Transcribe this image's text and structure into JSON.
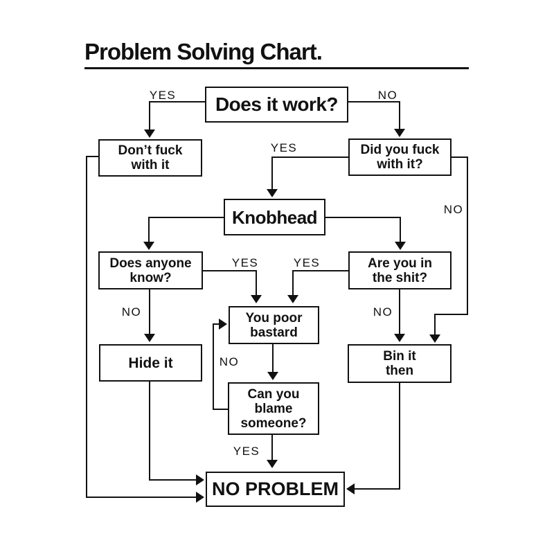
{
  "title": "Problem Solving Chart.",
  "nodes": {
    "does_it_work": "Does it work?",
    "dont_fuck_with_it": "Don’t fuck\nwith it",
    "did_you_fuck_with_it": "Did you fuck\nwith it?",
    "knobhead": "Knobhead",
    "does_anyone_know": "Does anyone\nknow?",
    "are_you_in_the_shit": "Are you in\nthe shit?",
    "you_poor_bastard": "You poor\nbastard",
    "hide_it": "Hide it",
    "bin_it_then": "Bin it\nthen",
    "can_you_blame_someone": "Can you\nblame\nsomeone?",
    "no_problem": "NO PROBLEM"
  },
  "edge_labels": {
    "does_it_work_yes": "YES",
    "does_it_work_no": "NO",
    "did_you_fuck_yes": "YES",
    "did_you_fuck_no": "NO",
    "does_anyone_know_yes": "YES",
    "does_anyone_know_no": "NO",
    "are_you_in_the_shit_yes": "YES",
    "are_you_in_the_shit_no": "NO",
    "can_you_blame_someone_no": "NO",
    "can_you_blame_someone_yes": "YES"
  },
  "edges": [
    {
      "from": "Does it work?",
      "label": "YES",
      "to": "Don’t fuck with it"
    },
    {
      "from": "Does it work?",
      "label": "NO",
      "to": "Did you fuck with it?"
    },
    {
      "from": "Did you fuck with it?",
      "label": "YES",
      "to": "Knobhead"
    },
    {
      "from": "Did you fuck with it?",
      "label": "NO",
      "to": "Bin it then"
    },
    {
      "from": "Knobhead",
      "label": "",
      "to": "Does anyone know?"
    },
    {
      "from": "Knobhead",
      "label": "",
      "to": "Are you in the shit?"
    },
    {
      "from": "Does anyone know?",
      "label": "YES",
      "to": "You poor bastard"
    },
    {
      "from": "Does anyone know?",
      "label": "NO",
      "to": "Hide it"
    },
    {
      "from": "Are you in the shit?",
      "label": "YES",
      "to": "You poor bastard"
    },
    {
      "from": "Are you in the shit?",
      "label": "NO",
      "to": "Bin it then"
    },
    {
      "from": "You poor bastard",
      "label": "",
      "to": "Can you blame someone?"
    },
    {
      "from": "Can you blame someone?",
      "label": "NO",
      "to": "You poor bastard"
    },
    {
      "from": "Can you blame someone?",
      "label": "YES",
      "to": "NO PROBLEM"
    },
    {
      "from": "Hide it",
      "label": "",
      "to": "NO PROBLEM"
    },
    {
      "from": "Don’t fuck with it",
      "label": "",
      "to": "NO PROBLEM"
    },
    {
      "from": "Bin it then",
      "label": "",
      "to": "NO PROBLEM"
    }
  ],
  "colors": {
    "ink": "#111111",
    "background": "#ffffff"
  }
}
